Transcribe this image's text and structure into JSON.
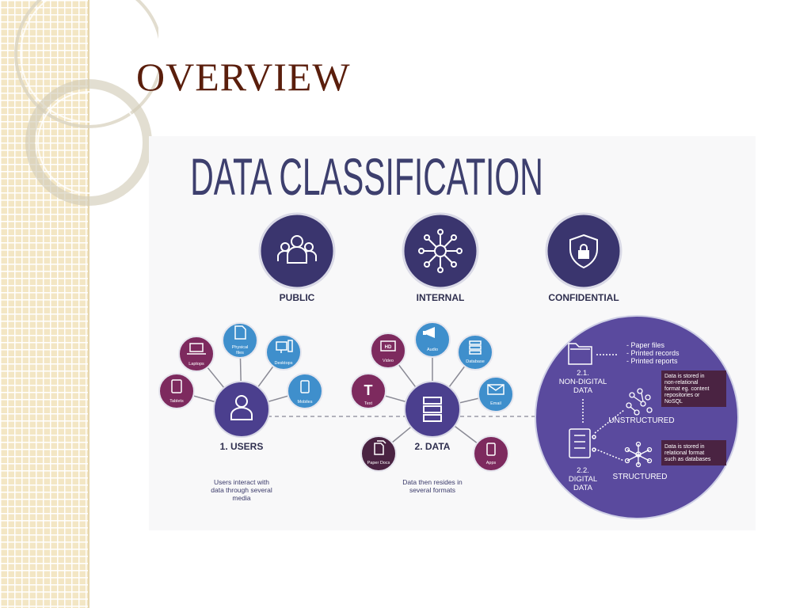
{
  "slide": {
    "title": "OVERVIEW"
  },
  "diagram": {
    "heading": "DATA CLASSIFICATION",
    "levels": [
      {
        "label": "PUBLIC",
        "icon": "group-of-people-icon"
      },
      {
        "label": "INTERNAL",
        "icon": "network-hub-icon"
      },
      {
        "label": "CONFIDENTIAL",
        "icon": "shield-lock-icon"
      }
    ],
    "users": {
      "label": "1. USERS",
      "caption": [
        "Users interact with",
        "data through several",
        "media"
      ],
      "media": {
        "laptops": "Laptops",
        "physical_files": [
          "Physical",
          "files"
        ],
        "desktops": "Desktops",
        "tablets": "Tablets",
        "mobiles": "Mobiles"
      }
    },
    "data": {
      "label": "2. DATA",
      "caption": [
        "Data then resides in",
        "several formats"
      ],
      "formats": {
        "video": "Video",
        "video_badge": "HD",
        "audio": "Audio",
        "database": "Database",
        "text": "Text",
        "text_glyph": "T",
        "email": "Email",
        "paper_docs": "Paper Docs",
        "apps": "Apps"
      }
    },
    "storage": {
      "non_digital": {
        "label": [
          "2.1.",
          "NON-DIGITAL",
          "DATA"
        ],
        "examples": [
          "- Paper files",
          "- Printed records",
          "- Printed reports"
        ]
      },
      "digital": {
        "label": [
          "2.2.",
          "DIGITAL",
          "DATA"
        ]
      },
      "unstructured": {
        "label": "UNSTRUCTURED",
        "note": [
          "Data is stored in",
          "non-relational",
          "format eg. content",
          "repositories or",
          "NoSQL"
        ]
      },
      "structured": {
        "label": "STRUCTURED",
        "note": [
          "Data is stored in",
          "relational format",
          "such as databases"
        ]
      }
    },
    "colors": {
      "navy": "#3a356e",
      "purple": "#4b3f8e",
      "maroon": "#7d2a5e",
      "blue": "#3f8fcc",
      "big_circle": "#5a4a9e",
      "note_box": "#4a2342",
      "heading": "#3d3f6e",
      "title": "#5a1e0c"
    }
  }
}
